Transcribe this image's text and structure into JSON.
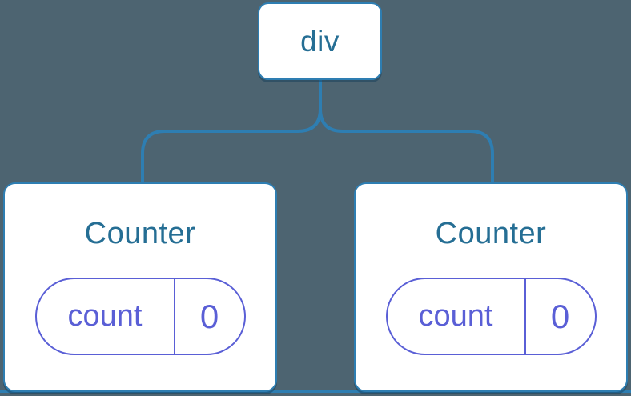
{
  "diagram": {
    "description": "React component tree: a div root element with two Counter children, each holding its own count state",
    "colors": {
      "background": "#4D6471",
      "connector_blue": "#2E7EB2",
      "node_fill": "#FFFFFF",
      "component_label": "#256E94",
      "state_purple": "#5A5FD6"
    },
    "root": {
      "label": "div"
    },
    "children": [
      {
        "title": "Counter",
        "state": {
          "key": "count",
          "value": "0"
        }
      },
      {
        "title": "Counter",
        "state": {
          "key": "count",
          "value": "0"
        }
      }
    ]
  }
}
